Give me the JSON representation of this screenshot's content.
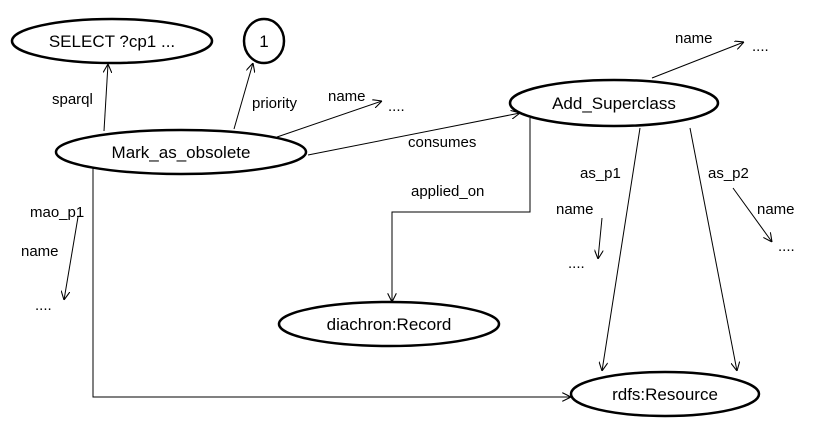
{
  "nodes": {
    "select_query": "SELECT ?cp1 ...",
    "priority_value": "1",
    "mark_as_obsolete": "Mark_as_obsolete",
    "add_superclass": "Add_Superclass",
    "diachron_record": "diachron:Record",
    "rdfs_resource": "rdfs:Resource"
  },
  "edges": {
    "sparql": "sparql",
    "priority": "priority",
    "name_mao": "name",
    "consumes": "consumes",
    "applied_on": "applied_on",
    "name_as": "name",
    "as_p1": "as_p1",
    "as_p1_name": "name",
    "as_p2": "as_p2",
    "as_p2_name": "name",
    "mao_p1": "mao_p1",
    "mao_p1_name": "name"
  },
  "ellipsis": {
    "name_mao": "....",
    "name_as": "....",
    "as_p1": "....",
    "as_p2": "....",
    "mao_p1": "...."
  },
  "colors": {
    "stroke": "#000000",
    "fill": "#ffffff"
  }
}
